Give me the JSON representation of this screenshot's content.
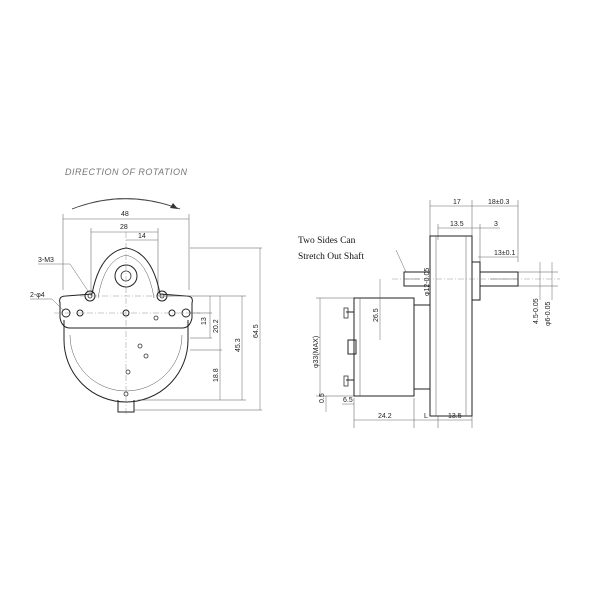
{
  "direction_label": "DIRECTION OF ROTATION",
  "callouts": {
    "shaft_note_line1": "Two Sides Can",
    "shaft_note_line2": "Stretch Out Shaft",
    "holes_m3": "3-M3",
    "holes_d4": "2-φ4"
  },
  "front_dims": {
    "w48": "48",
    "w28": "28",
    "w14": "14",
    "h13": "13",
    "h202": "20.2",
    "h188": "18.8",
    "h453": "45.3",
    "h645": "64.5"
  },
  "side_dims": {
    "d17": "17",
    "d18": "18±0.3",
    "d135top": "13.5",
    "d3": "3",
    "d13": "13±0.1",
    "d265": "26.5",
    "d33": "φ33(MAX)",
    "d12": "φ12-0.05",
    "d05": "0.5",
    "d65": "6.5",
    "d242": "24.2",
    "dL": "L",
    "d135bot": "13.5",
    "d45": "4.5-0.05",
    "d6": "φ6-0.05"
  }
}
